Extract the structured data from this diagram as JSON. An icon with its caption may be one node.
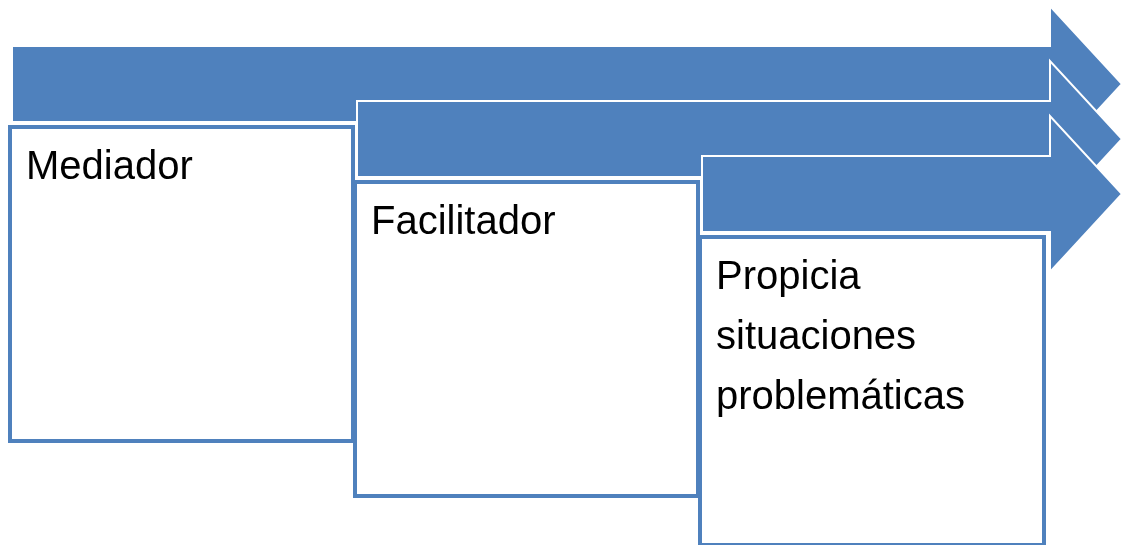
{
  "diagram": {
    "nodes": [
      {
        "text": [
          "Mediador"
        ]
      },
      {
        "text": [
          "Facilitador"
        ]
      },
      {
        "text": [
          "Propicia situaciones problemáticas"
        ]
      }
    ],
    "edges": [
      {
        "from": 0,
        "to": null,
        "arrow": "to",
        "style": "thick"
      },
      {
        "from": 1,
        "to": null,
        "arrow": "to",
        "style": "thick"
      },
      {
        "from": 2,
        "to": null,
        "arrow": "to",
        "style": "thick"
      }
    ]
  }
}
